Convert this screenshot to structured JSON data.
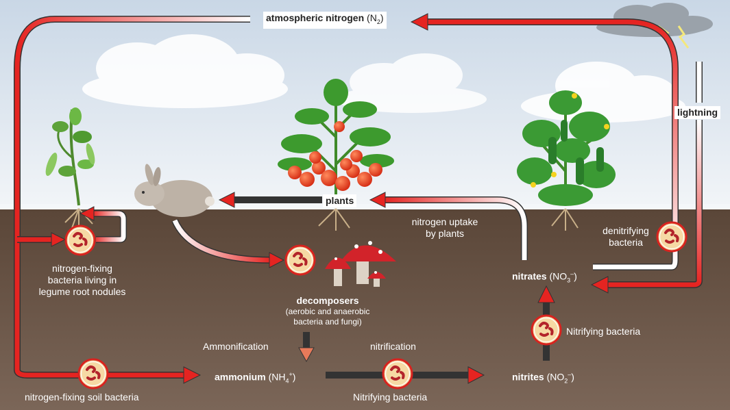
{
  "colors": {
    "sky": "#dde6ef",
    "soil": "#6b5748",
    "arrow_red": "#e02020",
    "bacteria_fill": "#f6d9a4",
    "bacteria_ring": "#d8231f"
  },
  "labels": {
    "atmospheric_nitrogen": "atmospheric nitrogen",
    "atmospheric_nitrogen_formula_base": "N",
    "atmospheric_nitrogen_formula_sub": "2",
    "lightning": "lightning",
    "plants": "plants",
    "nitrogen_uptake_line1": "nitrogen uptake",
    "nitrogen_uptake_line2": "by plants",
    "denitrifying_line1": "denitrifying",
    "denitrifying_line2": "bacteria",
    "nitrates": "nitrates",
    "nitrates_formula_base": "NO",
    "nitrates_formula_sub": "3",
    "nitrates_formula_sup": "–",
    "nitrogen_fixing_nodules_line1": "nitrogen-fixing",
    "nitrogen_fixing_nodules_line2": "bacteria living in",
    "nitrogen_fixing_nodules_line3": "legume root nodules",
    "decomposers": "decomposers",
    "decomposers_sub_line1": "(aerobic and anaerobic",
    "decomposers_sub_line2": "bacteria and fungi)",
    "ammonification": "Ammonification",
    "nitrification": "nitrification",
    "ammonium": "ammonium",
    "ammonium_formula_base": "NH",
    "ammonium_formula_sub": "4",
    "ammonium_formula_sup": "+",
    "nitrites": "nitrites",
    "nitrites_formula_base": "NO",
    "nitrites_formula_sub": "2",
    "nitrites_formula_sup": "–",
    "nitrifying_bacteria_right": "Nitrifying bacteria",
    "nitrifying_bacteria_bottom": "Nitrifying bacteria",
    "nitrogen_fixing_soil": "nitrogen-fixing soil bacteria"
  }
}
